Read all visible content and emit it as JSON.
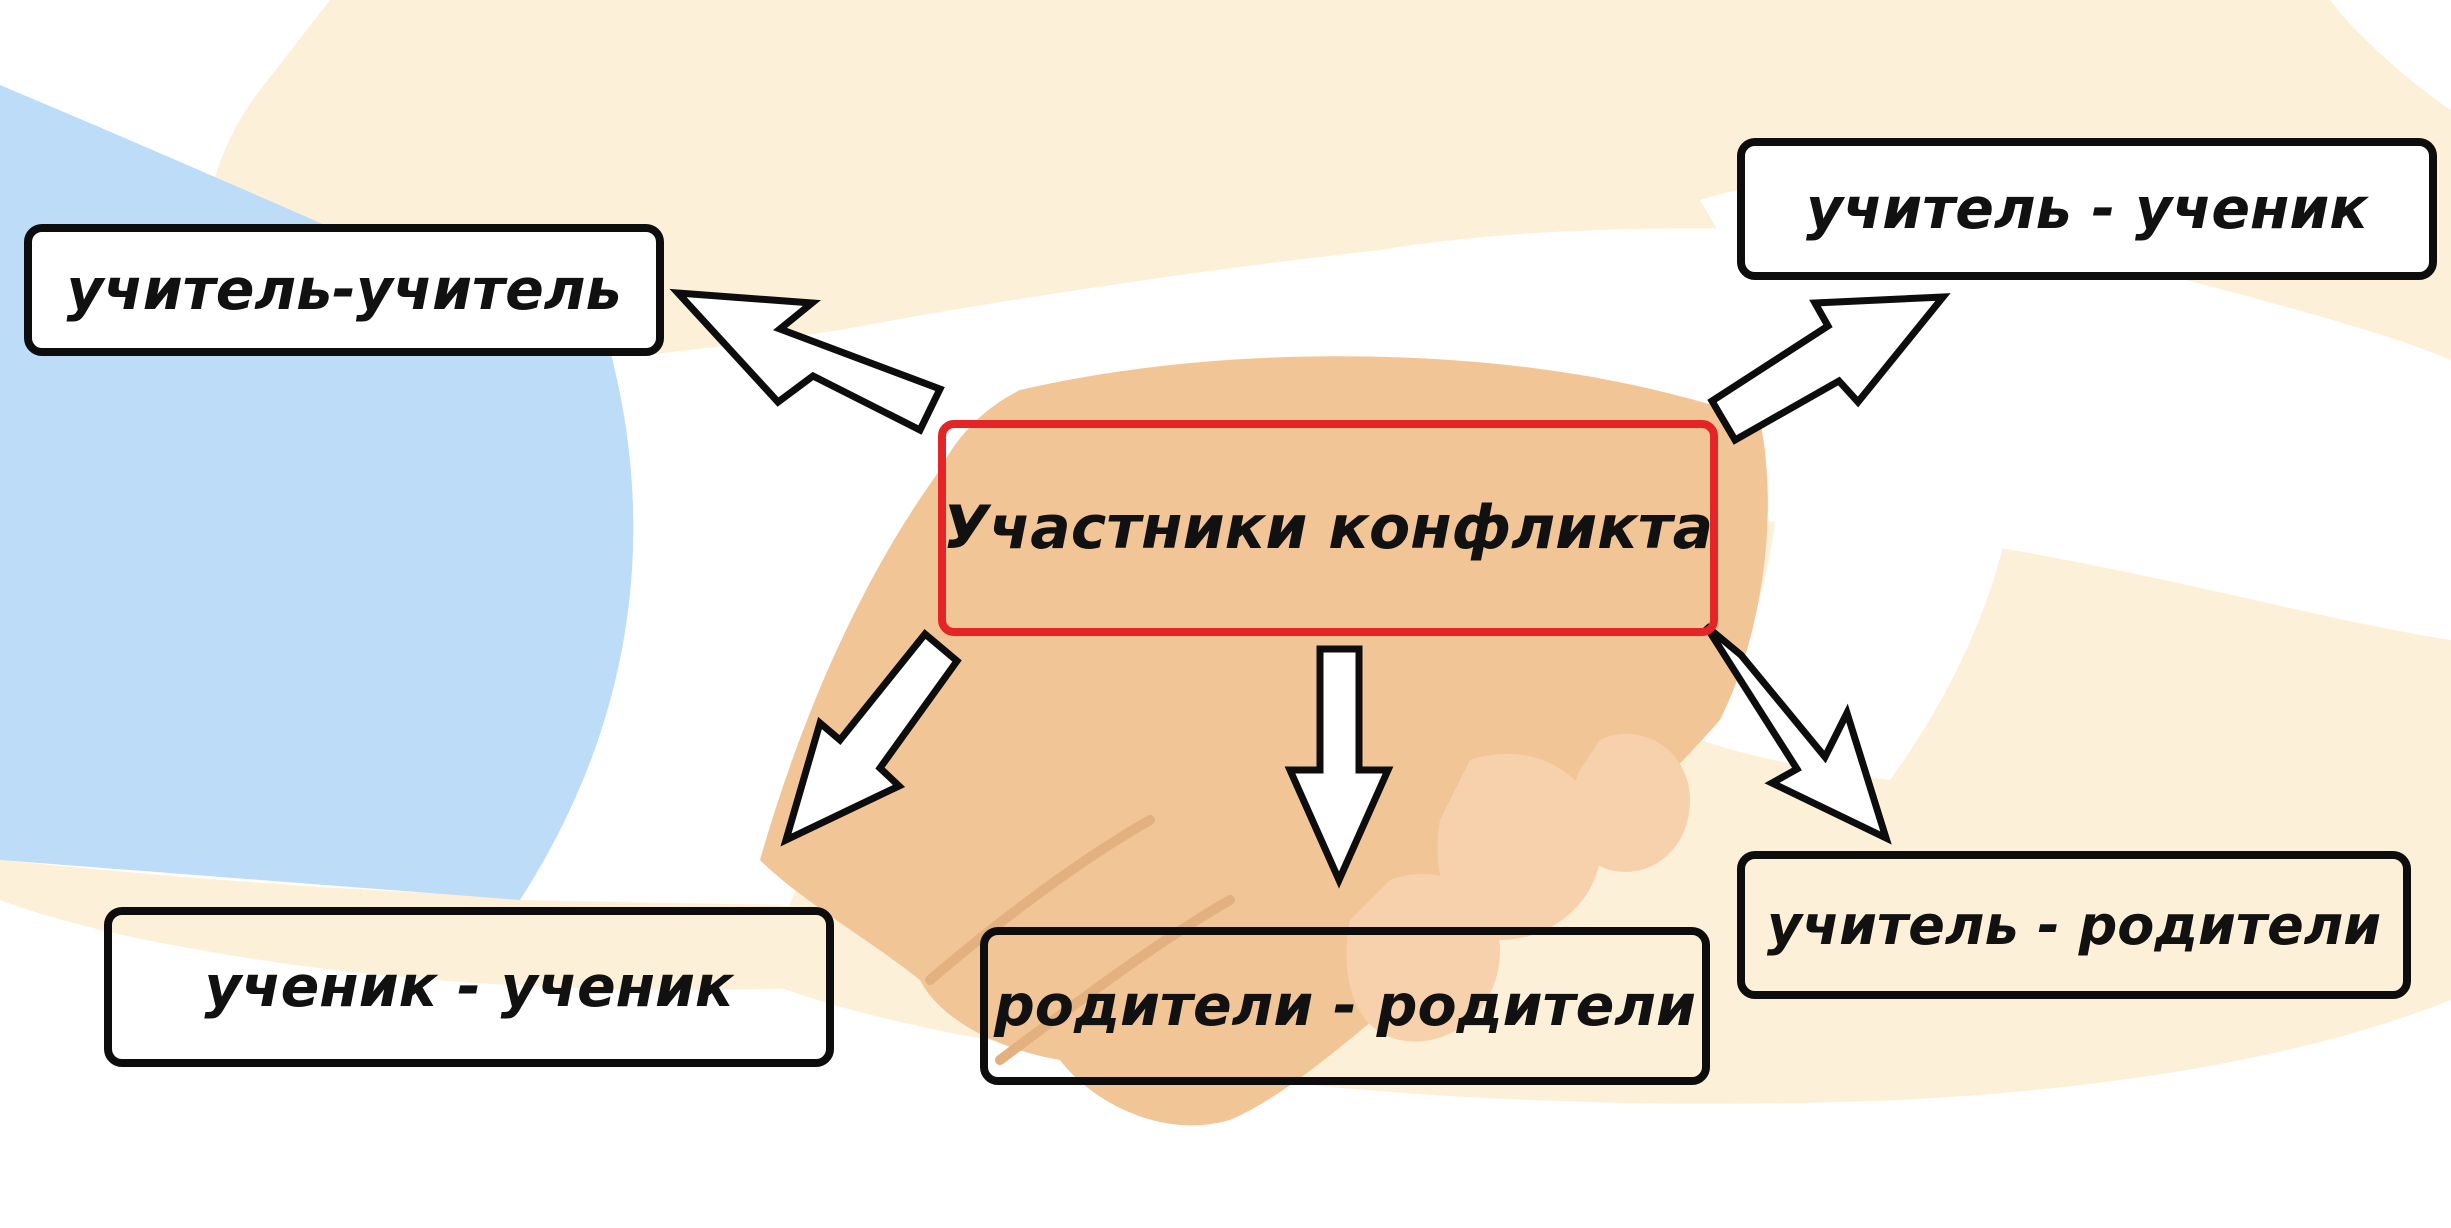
{
  "diagram": {
    "center": {
      "label": "Участники конфликта"
    },
    "nodes": [
      {
        "id": "teacher-teacher",
        "label": "учитель-учитель"
      },
      {
        "id": "teacher-student",
        "label": "учитель - ученик"
      },
      {
        "id": "student-student",
        "label": "ученик - ученик"
      },
      {
        "id": "parents-parents",
        "label": "родители - родители"
      },
      {
        "id": "teacher-parents",
        "label": "учитель - родители"
      }
    ],
    "edges": [
      {
        "from": "center",
        "to": "teacher-teacher"
      },
      {
        "from": "center",
        "to": "teacher-student"
      },
      {
        "from": "center",
        "to": "student-student"
      },
      {
        "from": "center",
        "to": "parents-parents"
      },
      {
        "from": "center",
        "to": "teacher-parents"
      }
    ]
  },
  "colors": {
    "center_border": "#e52428",
    "node_border": "#0d0d0d",
    "sleeve_blue": "#bcdcf7",
    "background_hand": "#fdf0d8",
    "skin": "#f2c597",
    "text": "#111111"
  }
}
